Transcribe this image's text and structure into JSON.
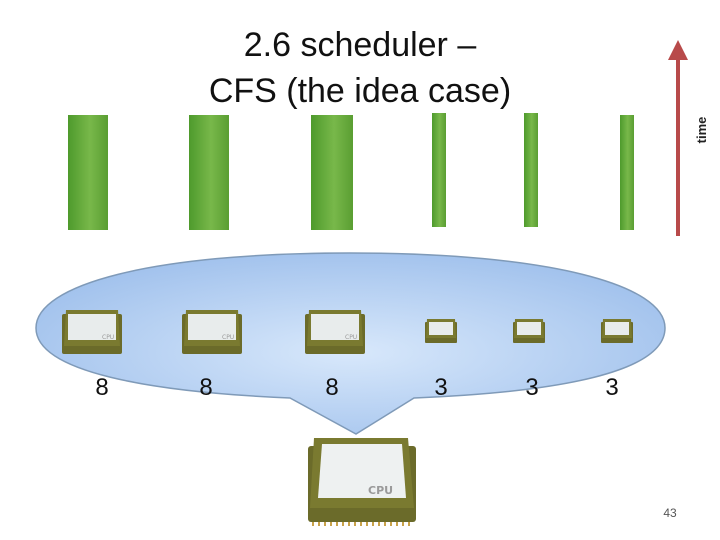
{
  "title": {
    "line1": "2.6 scheduler –",
    "line2": "CFS (the idea case)"
  },
  "axis_label": "time",
  "weights": [
    "8",
    "8",
    "8",
    "3",
    "3",
    "3"
  ],
  "chip_label": "CPU",
  "page_number": "43",
  "colors": {
    "bar": "#6aaa3a",
    "arrow": "#b84a4a",
    "bubble_fill": "#bcd6f6",
    "bubble_stroke": "#7f9ab8",
    "chip_body": "#6b6b2a"
  },
  "icons": {
    "cpu": "cpu-chip-icon",
    "arrow": "up-arrow-icon"
  }
}
